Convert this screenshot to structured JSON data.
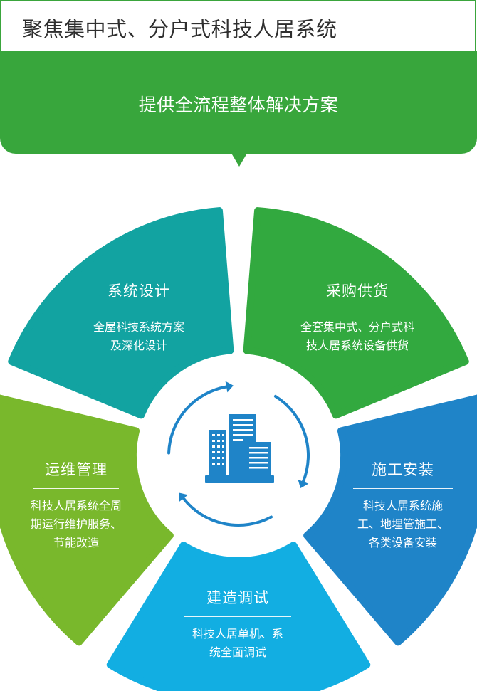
{
  "header": {
    "title": "聚焦集中式、分户式科技人居系统",
    "subtitle": "提供全流程整体解决方案"
  },
  "segments": [
    {
      "title": "系统设计",
      "desc_lines": [
        "全屋科技系统方案",
        "及深化设计"
      ],
      "color": "#12a3a1"
    },
    {
      "title": "采购供货",
      "desc_lines": [
        "全套集中式、分户式科",
        "技人居系统设备供货"
      ],
      "color": "#32a93f"
    },
    {
      "title": "施工安装",
      "desc_lines": [
        "科技人居系统施",
        "工、地埋管施工、",
        "各类设备安装"
      ],
      "color": "#1f84c8"
    },
    {
      "title": "建造调试",
      "desc_lines": [
        "科技人居单机、系",
        "统全面调试"
      ],
      "color": "#12aee2"
    },
    {
      "title": "运维管理",
      "desc_lines": [
        "科技人居系统全周",
        "期运行维护服务、",
        "节能改造"
      ],
      "color": "#79b82c"
    }
  ],
  "center": {
    "icon": "building-icon",
    "cycle_icon": "cycle-arrows-icon",
    "color": "#1f84c8"
  }
}
